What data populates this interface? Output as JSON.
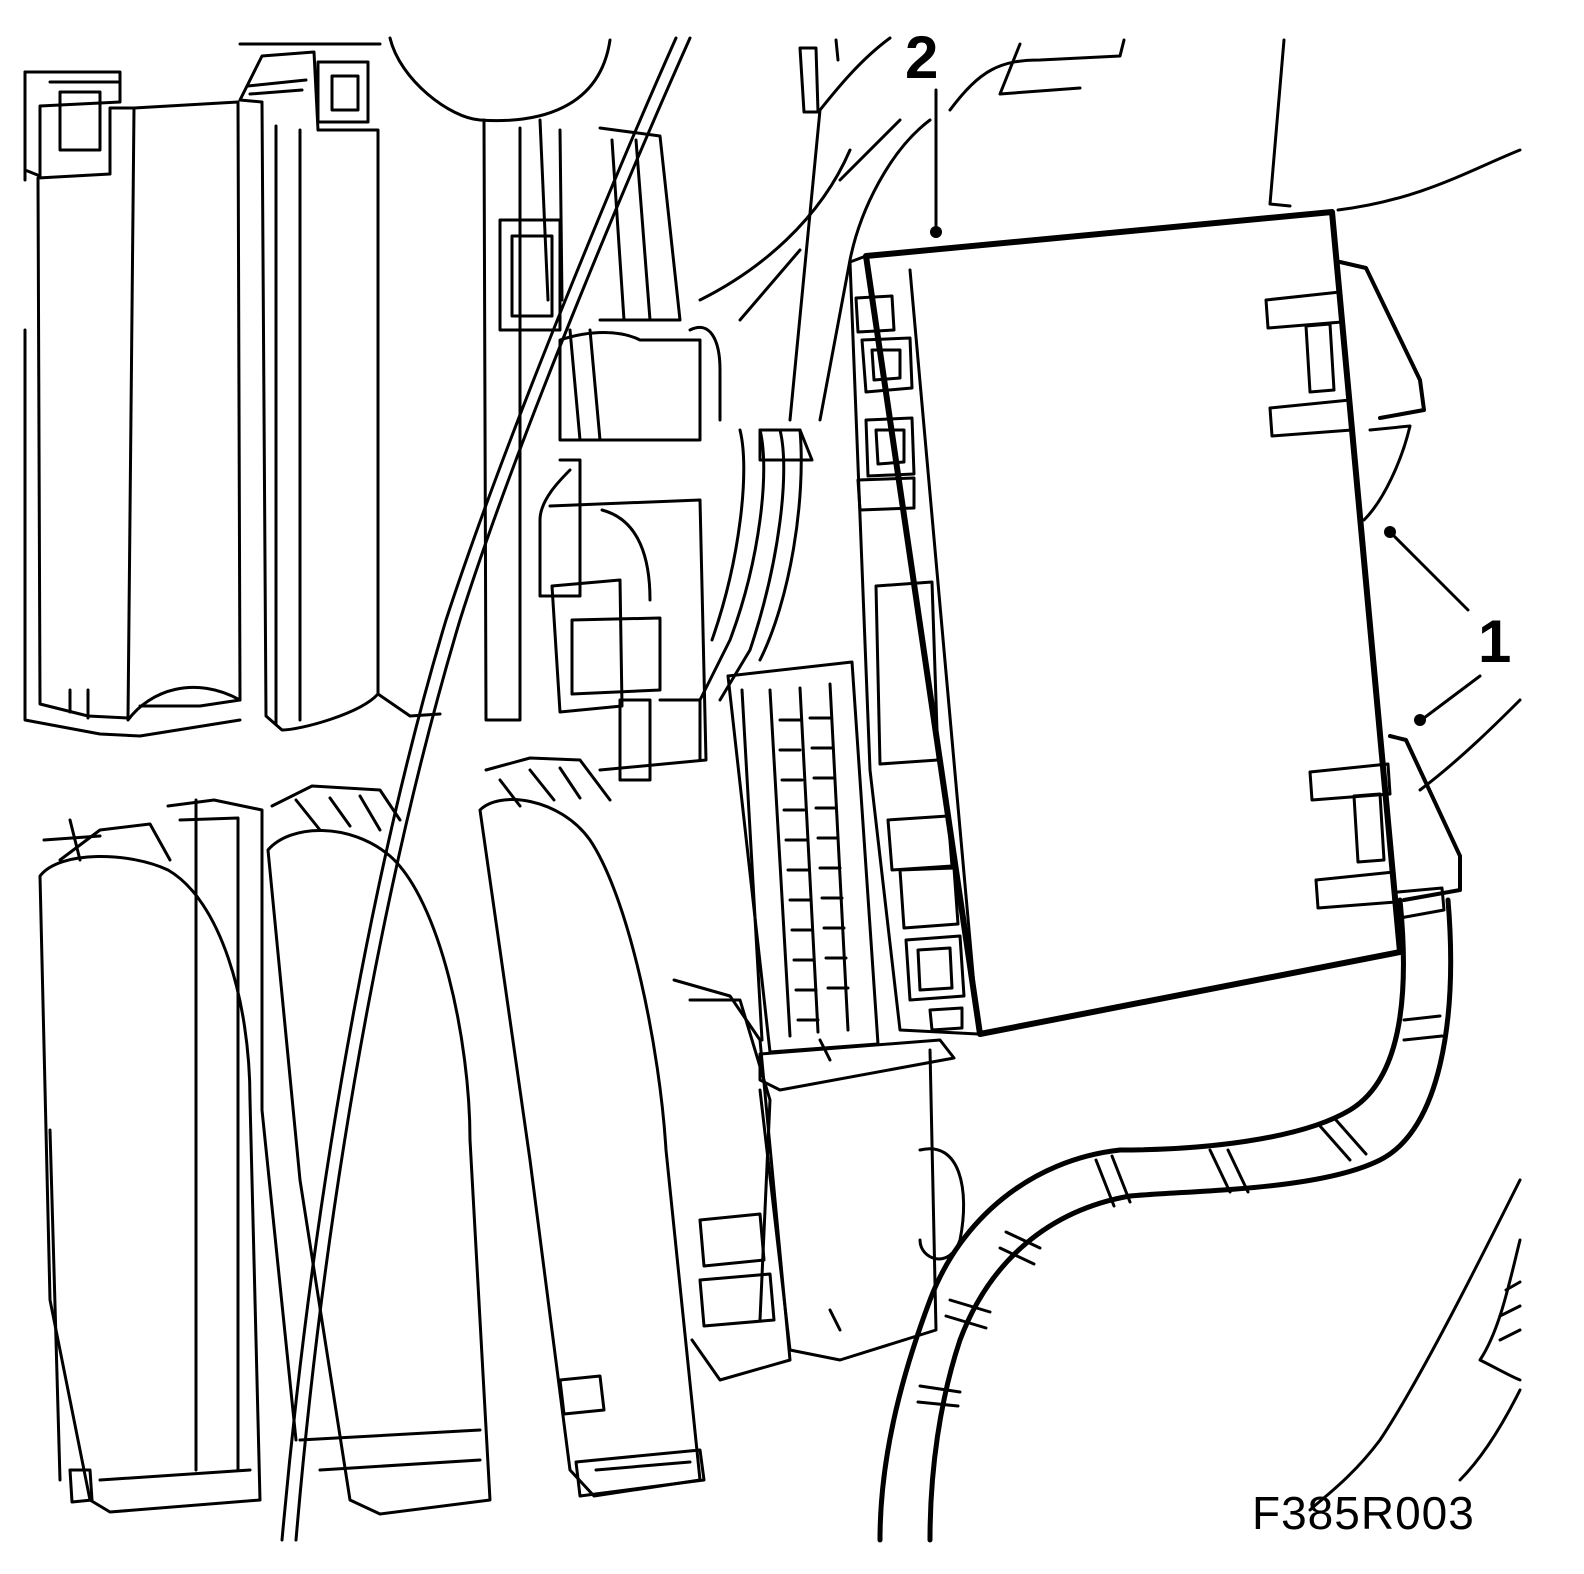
{
  "figure": {
    "id_label": "F385R003",
    "callouts": [
      {
        "number": "1"
      },
      {
        "number": "2"
      }
    ]
  },
  "style": {
    "line_color": "#000000",
    "background": "#ffffff"
  }
}
